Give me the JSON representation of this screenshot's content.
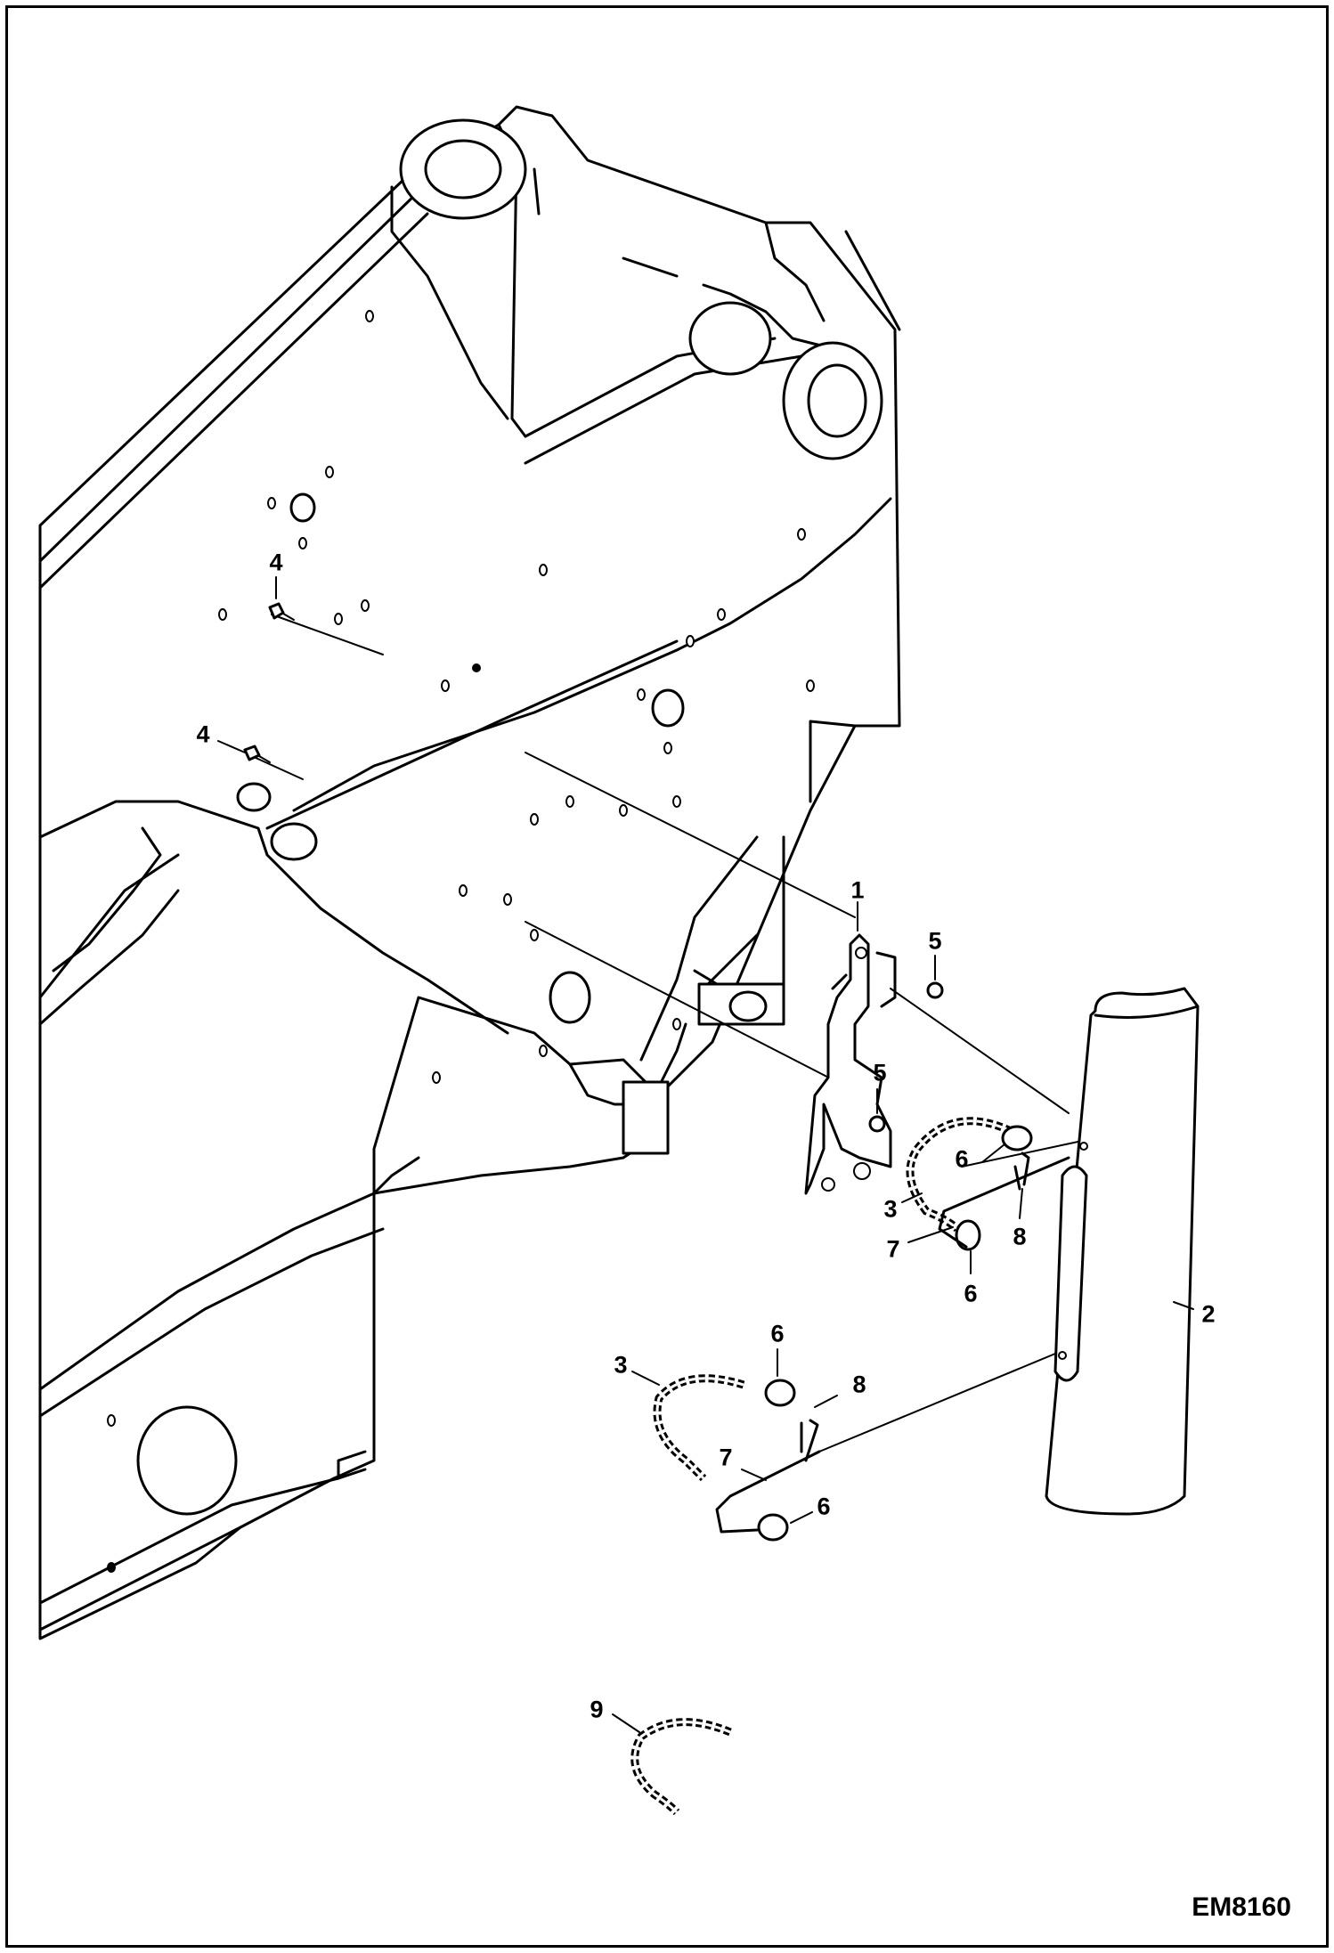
{
  "figure_code": "EM8160",
  "callouts": [
    {
      "id": "c1",
      "label": "1"
    },
    {
      "id": "c2",
      "label": "2"
    },
    {
      "id": "c3a",
      "label": "3"
    },
    {
      "id": "c3b",
      "label": "3"
    },
    {
      "id": "c4a",
      "label": "4"
    },
    {
      "id": "c4b",
      "label": "4"
    },
    {
      "id": "c5a",
      "label": "5"
    },
    {
      "id": "c5b",
      "label": "5"
    },
    {
      "id": "c6a",
      "label": "6"
    },
    {
      "id": "c6b",
      "label": "6"
    },
    {
      "id": "c6c",
      "label": "6"
    },
    {
      "id": "c6d",
      "label": "6"
    },
    {
      "id": "c7a",
      "label": "7"
    },
    {
      "id": "c7b",
      "label": "7"
    },
    {
      "id": "c8a",
      "label": "8"
    },
    {
      "id": "c8b",
      "label": "8"
    },
    {
      "id": "c9",
      "label": "9"
    }
  ]
}
